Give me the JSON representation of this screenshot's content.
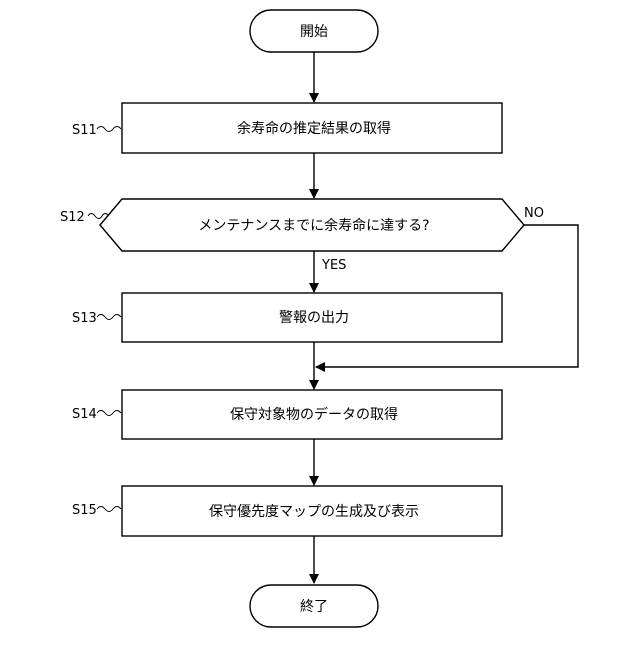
{
  "flowchart": {
    "start": {
      "label": "開始"
    },
    "steps": [
      {
        "id": "S11",
        "label": "余寿命の推定結果の取得"
      },
      {
        "id": "S12",
        "label": "メンテナンスまでに余寿命に達する?"
      },
      {
        "id": "S13",
        "label": "警報の出力"
      },
      {
        "id": "S14",
        "label": "保守対象物のデータの取得"
      },
      {
        "id": "S15",
        "label": "保守優先度マップの生成及び表示"
      }
    ],
    "branches": {
      "yes": "YES",
      "no": "NO"
    },
    "end": {
      "label": "終了"
    }
  }
}
